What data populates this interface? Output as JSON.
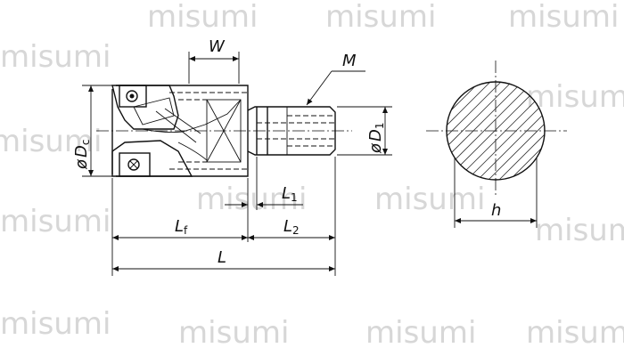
{
  "watermark": {
    "text": "misumi",
    "color": "#d7d7d7"
  },
  "labels": {
    "W": "W",
    "M": "M",
    "Dc_prefix": "ø",
    "Dc_main": "D",
    "Dc_sub": "c",
    "D1_prefix": "ø",
    "D1_main": "D",
    "D1_sub": "1",
    "L1_main": "L",
    "L1_sub": "1",
    "Lf_main": "L",
    "Lf_sub": "f",
    "L2_main": "L",
    "L2_sub": "2",
    "L": "L",
    "h": "h"
  }
}
